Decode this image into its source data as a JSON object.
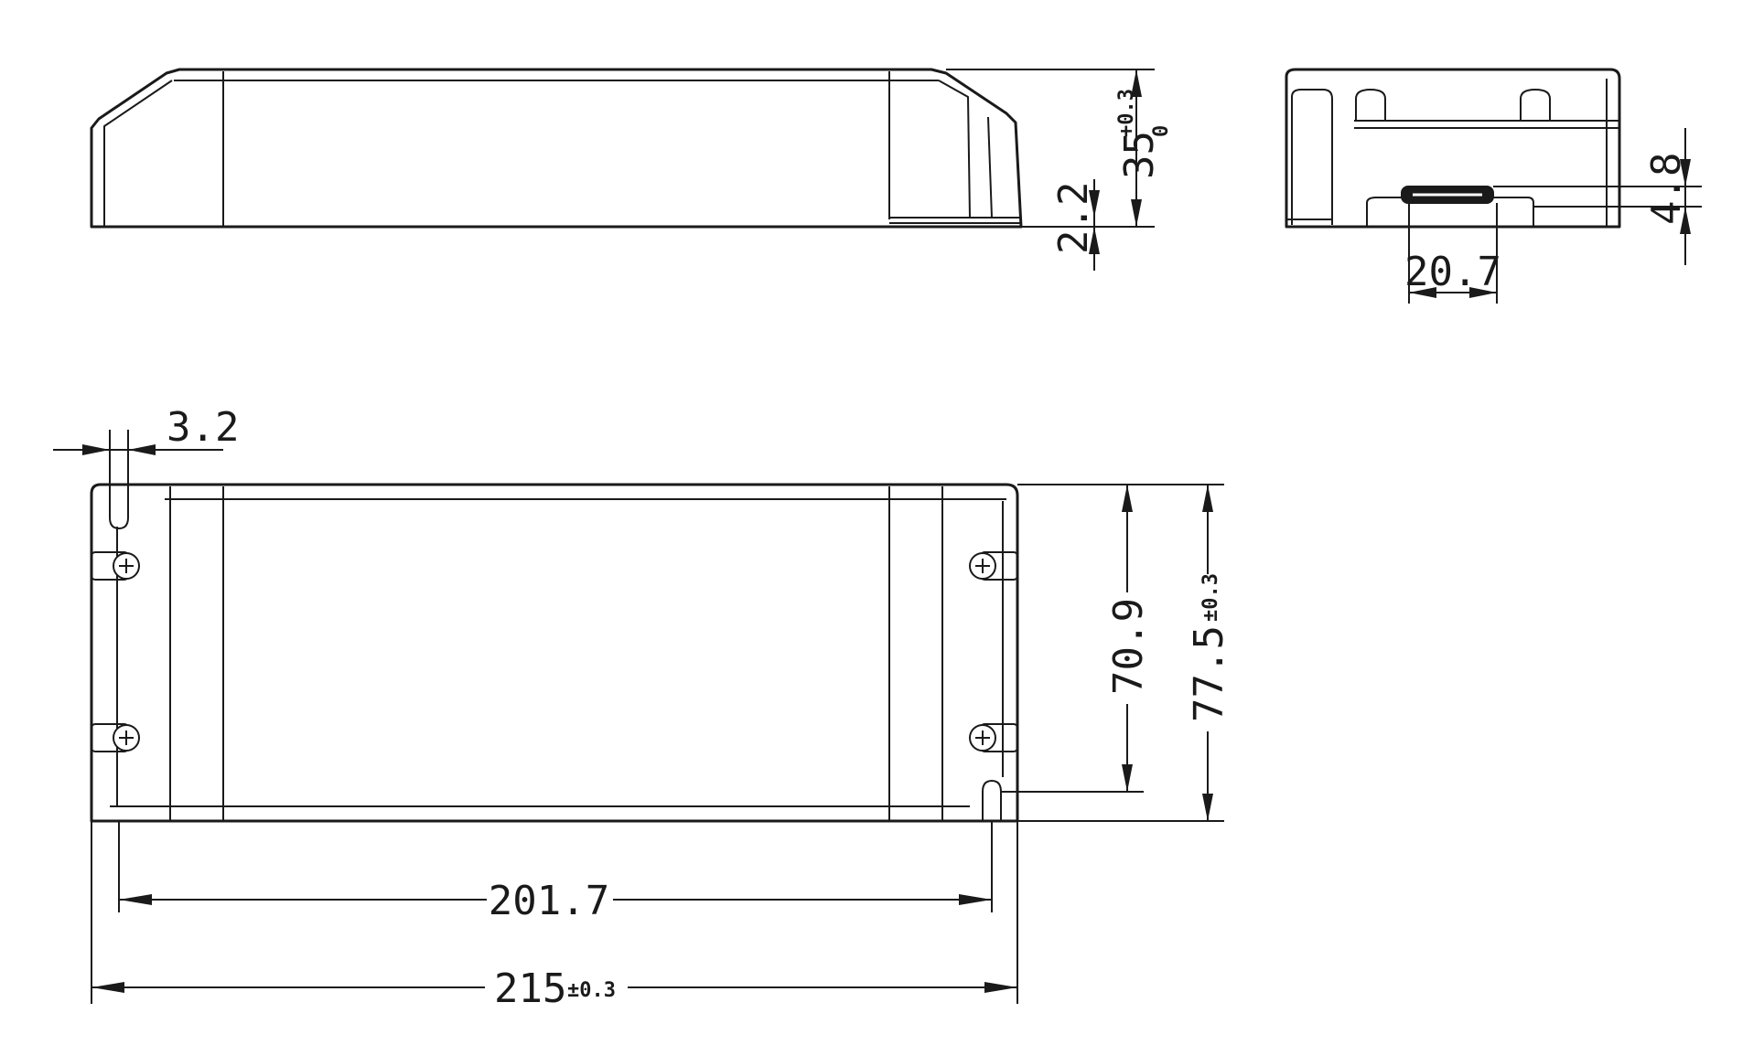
{
  "drawing": {
    "side_view": {
      "height_value": "35",
      "height_tol_upper": "+0.3",
      "height_tol_lower": "0",
      "flange_value": "2.2"
    },
    "end_view": {
      "terminal_height": "4.8",
      "terminal_width": "20.7"
    },
    "top_view": {
      "slot_width": "3.2",
      "inner_width": "70.9",
      "outer_width_value": "77.5",
      "outer_width_tol": "±0.3",
      "hole_spacing": "201.7",
      "length_value": "215",
      "length_tol": "±0.3"
    }
  }
}
